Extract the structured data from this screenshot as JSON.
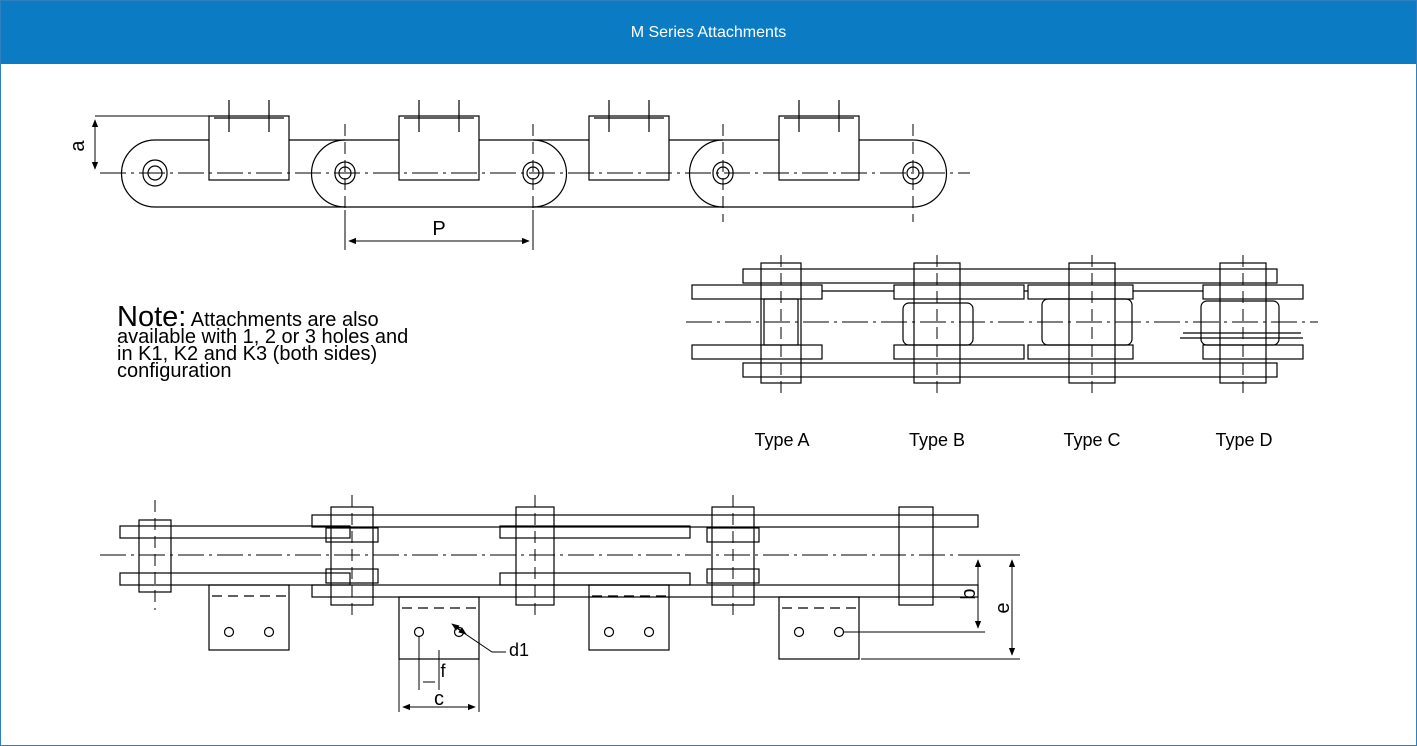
{
  "header": {
    "title": "M Series Attachments"
  },
  "note": {
    "heading": "Note:",
    "text": " Attachments are also available with 1, 2 or 3 holes and in K1, K2 and K3 (both sides) configuration"
  },
  "types": [
    "Type A",
    "Type B",
    "Type C",
    "Type D"
  ],
  "dimensions": {
    "a": "a",
    "P": "P",
    "b": "b",
    "e": "e",
    "c": "c",
    "f": "f",
    "d1": "d1"
  },
  "colors": {
    "header_bg": "#0b7cc4",
    "header_text": "#ffffff",
    "line": "#000000"
  }
}
